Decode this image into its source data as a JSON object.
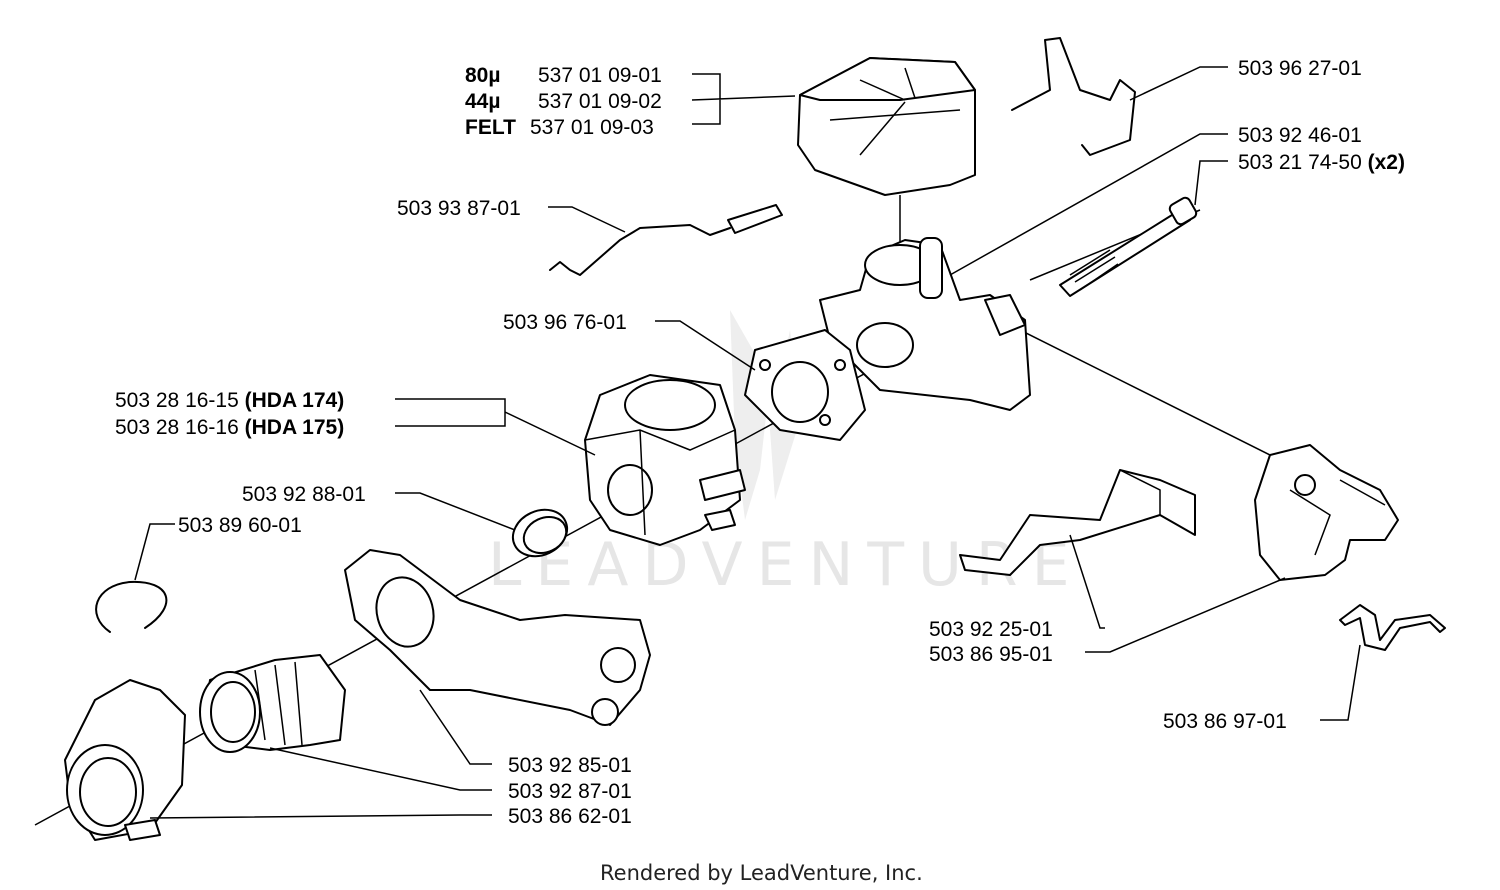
{
  "labels": {
    "filter_80u_prefix": "80µ",
    "filter_80u_part": "537 01 09-01",
    "filter_44u_prefix": "44µ",
    "filter_44u_part": "537 01 09-02",
    "filter_felt_prefix": "FELT",
    "filter_felt_part": "537 01 09-03",
    "spring_clip": "503 96 27-01",
    "carb_holder": "503 92 46-01",
    "bolt_part": "503 21 74-50",
    "bolt_qty": "(x2)",
    "choke_rod": "503 93 87-01",
    "gasket": "503 96 76-01",
    "carb_174_part": "503 28 16-15",
    "carb_174_model": "(HDA 174)",
    "carb_175_part": "503 28 16-16",
    "carb_175_model": "(HDA 175)",
    "ring": "503 92 88-01",
    "circlip": "503 89 60-01",
    "throttle_link": "503 92 25-01",
    "throttle_cover": "503 86 95-01",
    "spring_small": "503 86 97-01",
    "intake_manifold": "503 92 85-01",
    "intake_boot": "503 92 87-01",
    "flange": "503 86 62-01"
  },
  "watermark": "LEADVENTURE",
  "footer": "Rendered by LeadVenture, Inc."
}
